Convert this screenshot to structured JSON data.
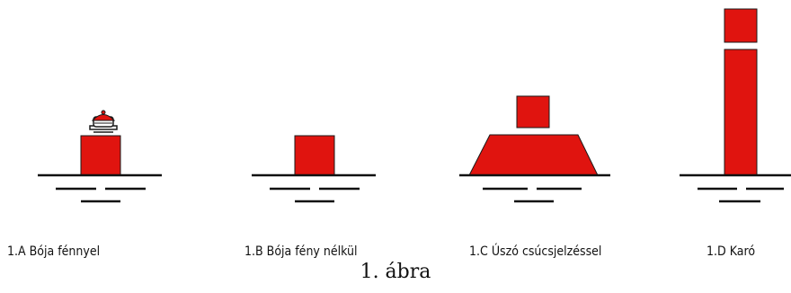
{
  "labels": {
    "a": "1.A Bója fénnyel",
    "b": "1.B Bója fény nélkül",
    "c": "1.C Úszó csúcsjelzéssel",
    "d": "1.D Karó"
  },
  "caption": "1. ábra",
  "colors": {
    "buoy_red": "#e0140f",
    "outline": "#1a1a1a",
    "water_line": "#111111"
  }
}
